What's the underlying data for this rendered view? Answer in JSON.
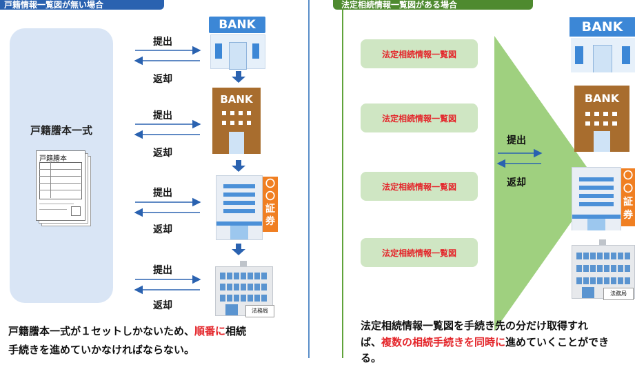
{
  "left": {
    "tag": "戸籍情報一覧図が無い場合",
    "panel_title": "戸籍謄本一式",
    "doc_title": "戸籍謄本",
    "submit": "提出",
    "return": "返却",
    "caption_1a": "戸籍謄本一式が１セットしかないため、",
    "caption_1b": "順番に",
    "caption_1c": "相続",
    "caption_2": "手続きを進めていかなければならない。"
  },
  "right": {
    "tag": "法定相続情報一覧図がある場合",
    "card": "法定相続情報一覧図",
    "submit": "提出",
    "return": "返却",
    "caption_1": "法定相続情報一覧図を手続き先の分だけ取得すれ",
    "caption_2a": "ば、",
    "caption_2b": "複数の相続手続きを同時に",
    "caption_2c": "進めていくことができ",
    "caption_3": "る。"
  },
  "institutions": {
    "bank": "BANK",
    "securities": "〇〇証券",
    "legal_bureau": "法務局"
  },
  "colors": {
    "blue": "#2a62b0",
    "green": "#4e8a2f",
    "red": "#e4262b",
    "panel": "#d9e5f5",
    "card": "#cfe6c3",
    "triangle": "#9fd07f"
  }
}
